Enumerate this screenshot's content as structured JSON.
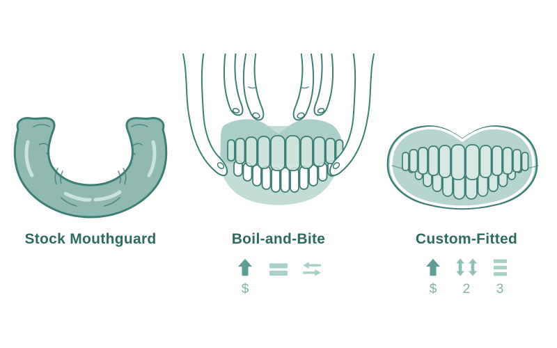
{
  "panels": [
    {
      "id": "stock",
      "label": "Stock Mouthguard",
      "icons": []
    },
    {
      "id": "boil-and-bite",
      "label": "Boil-and-Bite",
      "icons": [
        {
          "name": "price-up-arrow-icon",
          "caption": "$"
        },
        {
          "name": "equals-icon",
          "caption": ""
        },
        {
          "name": "swap-arrows-icon",
          "caption": ""
        }
      ]
    },
    {
      "id": "custom-fitted",
      "label": "Custom-Fitted",
      "icons": [
        {
          "name": "price-up-arrow-icon",
          "caption": "$"
        },
        {
          "name": "double-vertical-arrows-icon",
          "caption": "2"
        },
        {
          "name": "stacked-bars-icon",
          "caption": "3"
        }
      ]
    }
  ],
  "colors": {
    "bg": "#ffffff",
    "line": "#3c7d74",
    "text": "#2d6a60",
    "guard": "#8fb9b1",
    "band": "#a9cfc8",
    "blob": "#c2ddd6",
    "tooth": "#d5e8e1",
    "bean": "#b6d5ce",
    "highlight": "#cfe5e0",
    "iconDark": "#5f9e96",
    "iconLight": "#a8cfc8",
    "iconMid": "#8fc0b8",
    "caption": "#7fb3ab"
  }
}
